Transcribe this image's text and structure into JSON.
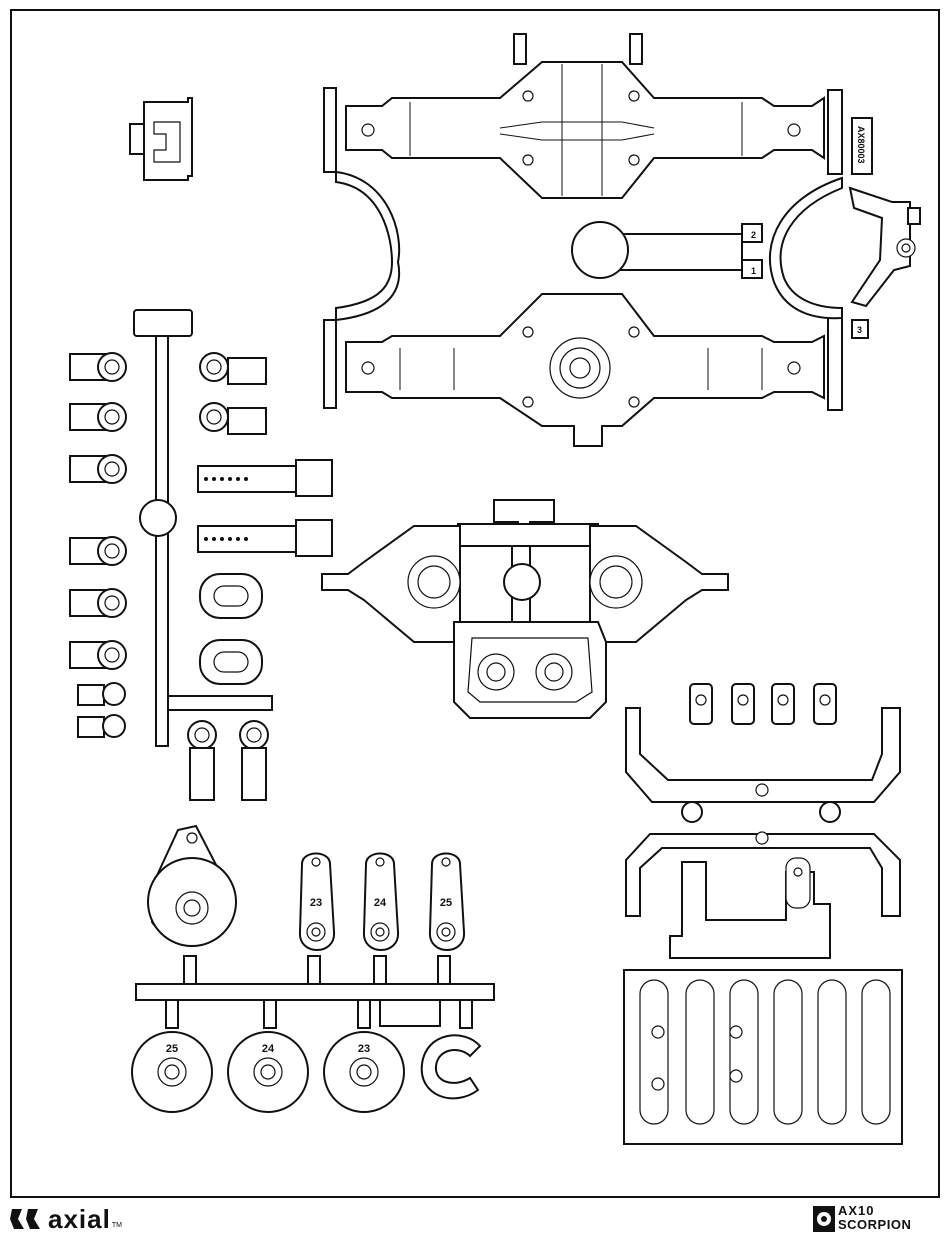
{
  "part_number": "AX80003",
  "tree_numbers": [
    "1",
    "2",
    "3"
  ],
  "servo_arm_labels": [
    "23",
    "24",
    "25"
  ],
  "servo_saver_labels": [
    "25",
    "24",
    "23"
  ],
  "brand": {
    "name": "axial",
    "trademark": "TM"
  },
  "product": {
    "line1": "AX10",
    "line2": "SCORPION"
  }
}
